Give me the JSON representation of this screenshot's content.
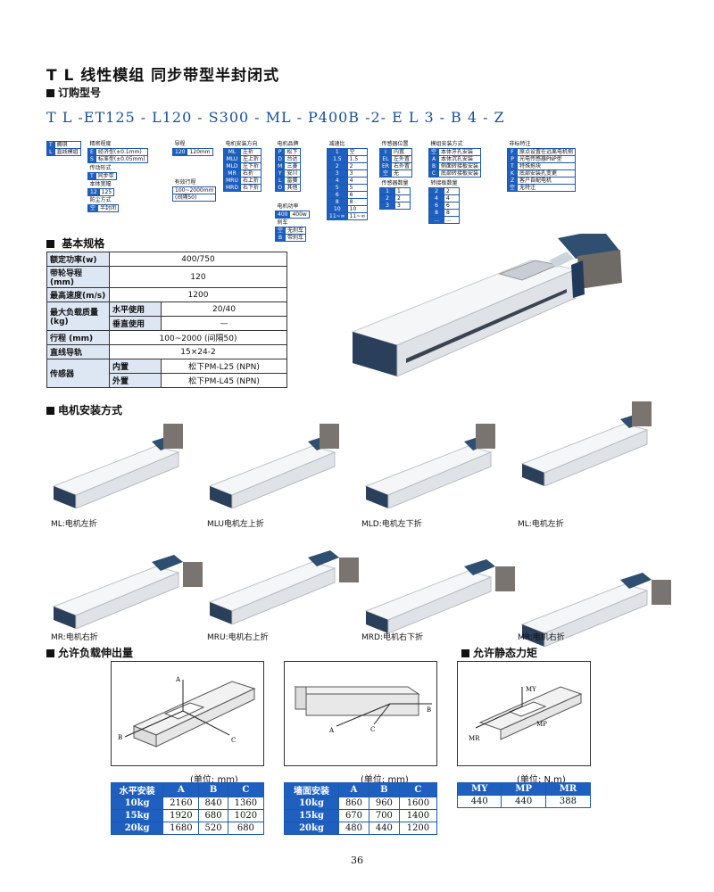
{
  "title": "T L 线性模组 同步带型半封闭式",
  "order_heading": "订购型号",
  "order_code": [
    "T L",
    "-ET125",
    "-",
    "L120",
    "-",
    "S300",
    "-",
    "ML",
    "-",
    "P400B",
    "-2-",
    "E L",
    "3",
    "-",
    "B 4",
    "-",
    "Z"
  ],
  "order_options": {
    "series": [
      [
        "T",
        "腾琪"
      ],
      [
        "L",
        "直线模组"
      ]
    ],
    "precision": {
      "head": "精密程度",
      "rows": [
        [
          "E",
          "经济型(±0.1mm)"
        ],
        [
          "S",
          "标准型(±0.05mm)"
        ]
      ]
    },
    "drive": {
      "head": "传动形式",
      "rows": [
        [
          "T",
          "同步带"
        ]
      ]
    },
    "width": {
      "head": "本体宽幅",
      "rows": [
        [
          "12",
          "125"
        ]
      ]
    },
    "dust": {
      "head": "防尘方式",
      "rows": [
        [
          "空",
          "半封闭"
        ]
      ]
    },
    "lead": {
      "head": "导程",
      "rows": [
        [
          "120",
          "120mm"
        ]
      ]
    },
    "stroke": {
      "head": "有效行程",
      "rows": [
        [
          "100~2000mm"
        ],
        [
          "(间隔50)"
        ]
      ]
    },
    "motor_dir": {
      "head": "电机安装方向",
      "rows": [
        [
          "ML",
          "左折"
        ],
        [
          "MLU",
          "左上折"
        ],
        [
          "MLD",
          "左下折"
        ],
        [
          "MR",
          "右折"
        ],
        [
          "MRU",
          "右上折"
        ],
        [
          "MRD",
          "右下折"
        ]
      ]
    },
    "motor_brand": {
      "head": "电机品牌",
      "rows": [
        [
          "P",
          "松下"
        ],
        [
          "D",
          "台达"
        ],
        [
          "M",
          "三菱"
        ],
        [
          "Y",
          "安川"
        ],
        [
          "L",
          "雷赛"
        ],
        [
          "O",
          "其他"
        ]
      ]
    },
    "motor_power": {
      "head": "电机功率",
      "rows": [
        [
          "400",
          "400w"
        ]
      ]
    },
    "brake": {
      "head": "刹车",
      "rows": [
        [
          "空",
          "无刹车"
        ],
        [
          "B",
          "带刹车"
        ]
      ]
    },
    "ratio": {
      "head": "减速比",
      "rows": [
        [
          "1",
          "空"
        ],
        [
          "1.5",
          "1.5"
        ],
        [
          "2",
          "2"
        ],
        [
          "3",
          "3"
        ],
        [
          "4",
          "4"
        ],
        [
          "5",
          "5"
        ],
        [
          "6",
          "6"
        ],
        [
          "8",
          "8"
        ],
        [
          "10",
          "10"
        ],
        [
          "11~∞",
          "11~∞"
        ]
      ]
    },
    "sensor_pos": {
      "head": "传感器位置",
      "rows": [
        [
          "I",
          "内置"
        ],
        [
          "EL",
          "左外置"
        ],
        [
          "ER",
          "右外置"
        ],
        [
          "空",
          "无"
        ]
      ]
    },
    "sensor_qty": {
      "head": "传感器数量",
      "rows": [
        [
          "1",
          "1"
        ],
        [
          "2",
          "2"
        ],
        [
          "3",
          "3"
        ]
      ]
    },
    "mount": {
      "head": "模组安装方式",
      "rows": [
        [
          "空",
          "本体牙孔安装"
        ],
        [
          "A",
          "本体沉孔安装"
        ],
        [
          "B",
          "侧面转接板安装"
        ],
        [
          "C",
          "底部转接板安装"
        ]
      ]
    },
    "plate_qty": {
      "head": "转接板数量",
      "rows": [
        [
          "2",
          "2"
        ],
        [
          "4",
          "4"
        ],
        [
          "6",
          "6"
        ],
        [
          "8",
          "8"
        ],
        [
          "...",
          "..."
        ]
      ]
    },
    "special": {
      "head": "非标特注",
      "rows": [
        [
          "F",
          "原点设置在远离电机侧"
        ],
        [
          "P",
          "光电传感器PNP型"
        ],
        [
          "T",
          "特殊拖块"
        ],
        [
          "K",
          "底部安装孔变更"
        ],
        [
          "Z",
          "客户自配电机"
        ],
        [
          "空",
          "无特注"
        ]
      ]
    }
  },
  "spec_heading": "基本规格",
  "spec": {
    "power_label": "额定功率(w)",
    "power": "400/750",
    "lead_label": "带轮导程 (mm)",
    "lead": "120",
    "speed_label": "最高速度(m/s)",
    "speed": "1200",
    "load_label": "最大负载质量(kg)",
    "horiz_label": "水平使用",
    "horiz": "20/40",
    "vert_label": "垂直使用",
    "vert": "—",
    "stroke_label": "行程 (mm)",
    "stroke": "100~2000 (间隔50)",
    "rail_label": "直线导轨",
    "rail": "15×24-2",
    "sensor_label": "传感器",
    "inner_label": "内置",
    "inner": "松下PM-L25 (NPN)",
    "outer_label": "外置",
    "outer": "松下PM-L45 (NPN)"
  },
  "motor_heading": "电机安装方式",
  "motor_captions": [
    "ML:电机左折",
    "MLU电机左上折",
    "MLD:电机左下折",
    "ML:电机左折",
    "MR:电机右折",
    "MRU:电机右上折",
    "MRD:电机右下折",
    "MR:电机右折"
  ],
  "load_heading": "允许负载伸出量",
  "moment_heading": "允许静态力矩",
  "unit_mm": "(单位: mm)",
  "unit_nm": "(单位: N.m)",
  "diag_labels": {
    "a": "A",
    "b": "B",
    "c": "C",
    "my": "MY",
    "mp": "MP",
    "mr": "MR"
  },
  "table_horizontal": {
    "head": [
      "水平安装",
      "A",
      "B",
      "C"
    ],
    "rows": [
      [
        "10kg",
        "2160",
        "840",
        "1360"
      ],
      [
        "15kg",
        "1920",
        "680",
        "1020"
      ],
      [
        "20kg",
        "1680",
        "520",
        "680"
      ]
    ]
  },
  "table_wall": {
    "head": [
      "墙面安装",
      "A",
      "B",
      "C"
    ],
    "rows": [
      [
        "10kg",
        "860",
        "960",
        "1600"
      ],
      [
        "15kg",
        "670",
        "700",
        "1400"
      ],
      [
        "20kg",
        "480",
        "440",
        "1200"
      ]
    ]
  },
  "table_moment": {
    "head": [
      "MY",
      "MP",
      "MR"
    ],
    "rows": [
      [
        "440",
        "440",
        "388"
      ]
    ]
  },
  "page_number": "36",
  "colors": {
    "accent": "#1f5fbf",
    "module_body": "#e8ecf0",
    "module_dark": "#2a3f5a",
    "motor": "#7a7470"
  }
}
